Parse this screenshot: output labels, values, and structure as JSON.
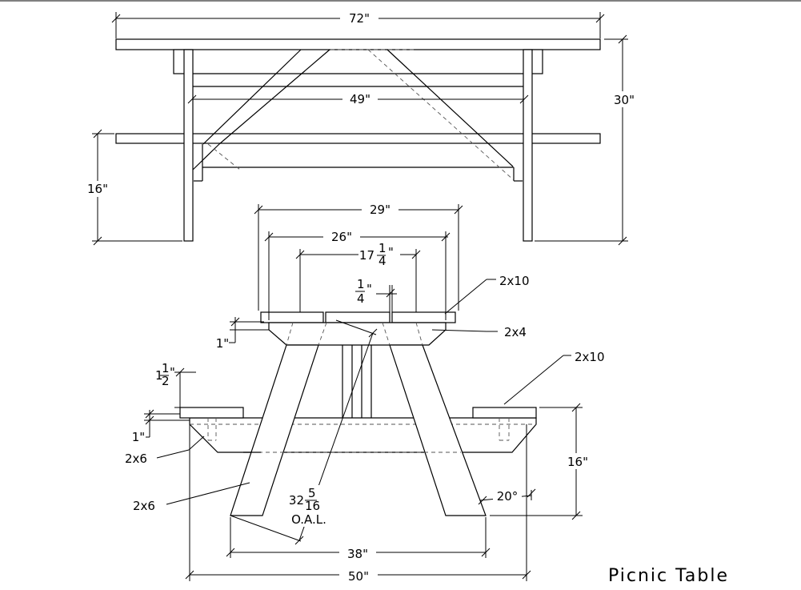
{
  "title": "Picnic Table",
  "dimensions": {
    "top_length": "72\"",
    "height": "30\"",
    "inner_span": "49\"",
    "seat_height": "16\"",
    "top_width": "29\"",
    "cleat_length": "26\"",
    "leg_top_spacing": "17",
    "leg_top_fraction_num": "1",
    "leg_top_fraction_den": "4",
    "board_gap_num": "1",
    "board_gap_den": "4",
    "top_overhang": "1\"",
    "seat_thickness_whole": "1",
    "seat_thickness_num": "1",
    "seat_thickness_den": "2",
    "seat_overhang": "1\"",
    "seat_height_end": "16\"",
    "leg_angle": "20°",
    "leg_length_whole": "32",
    "leg_length_num": "5",
    "leg_length_den": "16",
    "leg_length_note": "O.A.L.",
    "leg_foot_spread": "38\"",
    "overall_width": "50\""
  },
  "lumber": {
    "top_boards": "2x10",
    "top_cleat": "2x4",
    "seat_boards": "2x10",
    "seat_support": "2x6",
    "legs": "2x6"
  }
}
